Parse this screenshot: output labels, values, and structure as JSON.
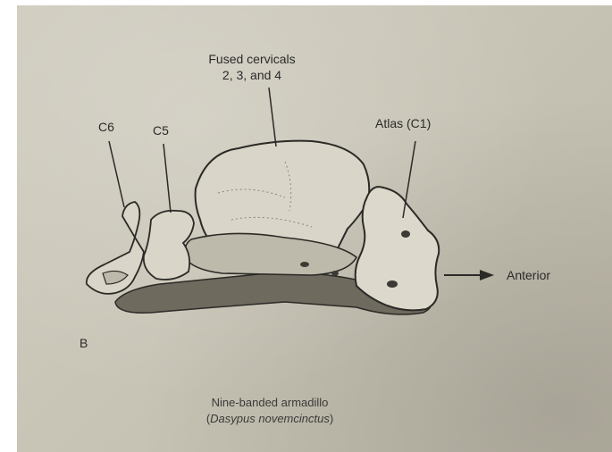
{
  "labels": {
    "fused_line1": "Fused cervicals",
    "fused_line2": "2, 3, and 4",
    "c6": "C6",
    "c5": "C5",
    "atlas": "Atlas (C1)",
    "anterior": "Anterior",
    "panel": "B"
  },
  "caption": {
    "line1": "Nine-banded armadillo",
    "paren_open": "(",
    "species": "Dasypus novemcinctus",
    "paren_close": ")"
  }
}
